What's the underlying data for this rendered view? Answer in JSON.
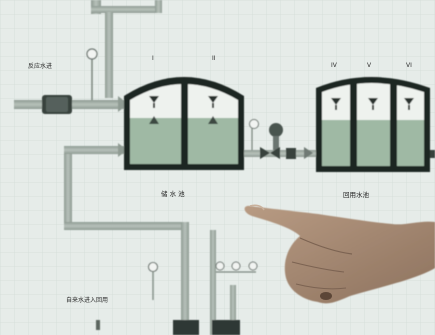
{
  "scene": {
    "description_free": true,
    "colors": {
      "background": "#e6ece9",
      "grid": "#cfd8d4",
      "pipe": "#9aa69e",
      "pipe_edge": "#7b877f",
      "tank_frame": "#1d2623",
      "tank_water": "#9fb9a4",
      "tank_air": "#eef2ee",
      "skin": "#a98d76"
    }
  },
  "labels": {
    "inlet": "反应水进",
    "tank_left_title": "储 水 池",
    "tank_right_title": "回用水池",
    "bottom_left": "自来水进入回用",
    "tank_left_marks": [
      "I",
      "II"
    ],
    "tank_right_marks": [
      "IV",
      "V",
      "VI"
    ]
  }
}
